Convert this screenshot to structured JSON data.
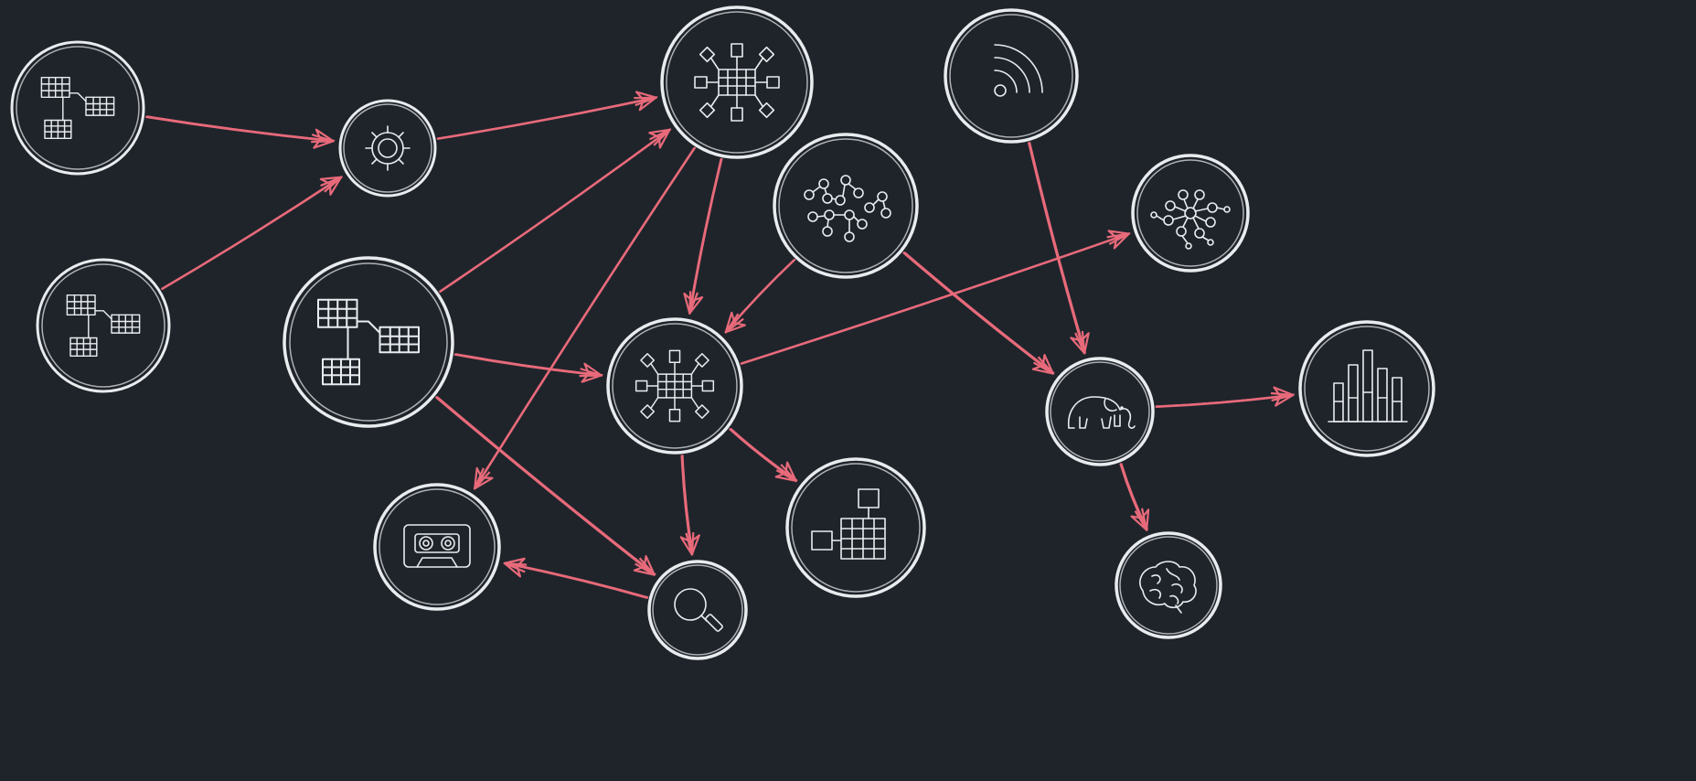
{
  "colors": {
    "background": "#1f242b",
    "node_stroke": "#e9ecef",
    "edge": "#e86a7a"
  },
  "nodes": [
    {
      "id": "n-tables-a",
      "icon": "relational-tables-icon"
    },
    {
      "id": "n-tables-b",
      "icon": "relational-tables-icon"
    },
    {
      "id": "n-gear",
      "icon": "gear-icon"
    },
    {
      "id": "n-tables-c",
      "icon": "relational-tables-icon"
    },
    {
      "id": "n-star-top",
      "icon": "star-schema-icon"
    },
    {
      "id": "n-graph",
      "icon": "graph-nodes-icon"
    },
    {
      "id": "n-star-mid",
      "icon": "star-schema-icon"
    },
    {
      "id": "n-tape",
      "icon": "cassette-tape-icon"
    },
    {
      "id": "n-search",
      "icon": "magnifier-icon"
    },
    {
      "id": "n-table-link",
      "icon": "linked-table-icon"
    },
    {
      "id": "n-rss",
      "icon": "rss-feed-icon"
    },
    {
      "id": "n-network",
      "icon": "network-hub-icon"
    },
    {
      "id": "n-elephant",
      "icon": "elephant-icon"
    },
    {
      "id": "n-brain",
      "icon": "brain-icon"
    },
    {
      "id": "n-barchart",
      "icon": "bar-chart-icon"
    }
  ],
  "edges": [
    {
      "from": "n-tables-a",
      "to": "n-gear"
    },
    {
      "from": "n-tables-b",
      "to": "n-gear"
    },
    {
      "from": "n-gear",
      "to": "n-star-top"
    },
    {
      "from": "n-tables-c",
      "to": "n-star-top"
    },
    {
      "from": "n-tables-c",
      "to": "n-star-mid"
    },
    {
      "from": "n-tables-c",
      "to": "n-search"
    },
    {
      "from": "n-star-top",
      "to": "n-tape"
    },
    {
      "from": "n-star-top",
      "to": "n-star-mid"
    },
    {
      "from": "n-graph",
      "to": "n-star-mid"
    },
    {
      "from": "n-graph",
      "to": "n-elephant"
    },
    {
      "from": "n-star-mid",
      "to": "n-network"
    },
    {
      "from": "n-star-mid",
      "to": "n-search"
    },
    {
      "from": "n-star-mid",
      "to": "n-table-link"
    },
    {
      "from": "n-search",
      "to": "n-tape"
    },
    {
      "from": "n-rss",
      "to": "n-elephant"
    },
    {
      "from": "n-elephant",
      "to": "n-barchart"
    },
    {
      "from": "n-elephant",
      "to": "n-brain"
    }
  ]
}
